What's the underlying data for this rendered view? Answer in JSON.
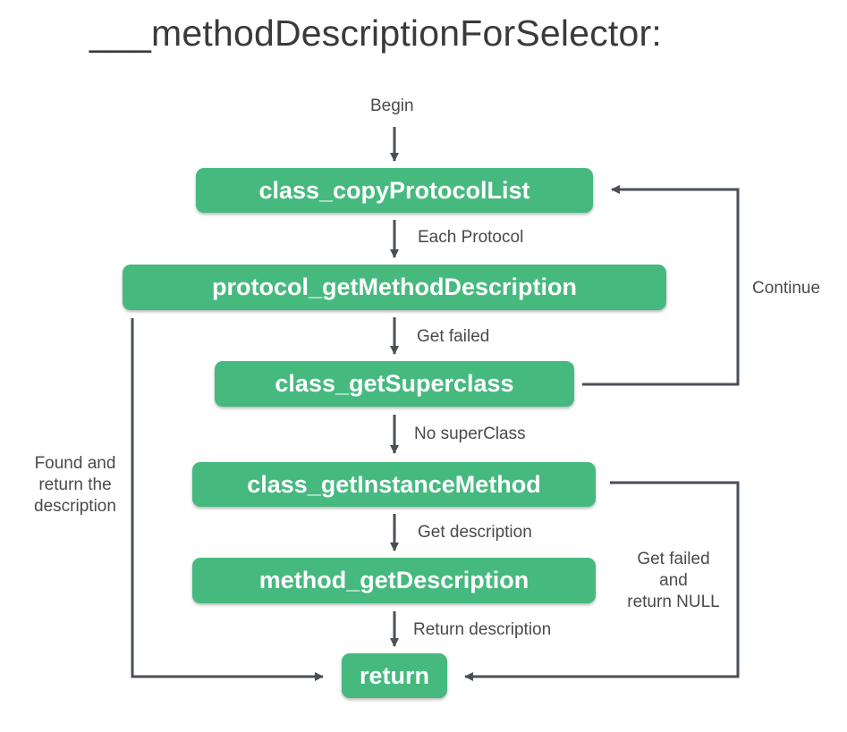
{
  "title": "___methodDescriptionForSelector:",
  "colors": {
    "node_fill": "#46b97f",
    "node_text": "#ffffff",
    "line": "#4a4f57",
    "label_text": "#4a4a4a"
  },
  "nodes": {
    "copy_protocol_list": "class_copyProtocolList",
    "protocol_get_method_description": "protocol_getMethodDescription",
    "get_superclass": "class_getSuperclass",
    "get_instance_method": "class_getInstanceMethod",
    "method_get_description": "method_getDescription",
    "return": "return"
  },
  "edges": {
    "begin": "Begin",
    "each_protocol": "Each Protocol",
    "get_failed": "Get failed",
    "no_superclass": "No superClass",
    "get_description": "Get description",
    "return_description": "Return description",
    "continue": "Continue",
    "found_and_return": "Found and\nreturn the\ndescription",
    "get_failed_return_null": "Get failed\nand\nreturn NULL"
  }
}
